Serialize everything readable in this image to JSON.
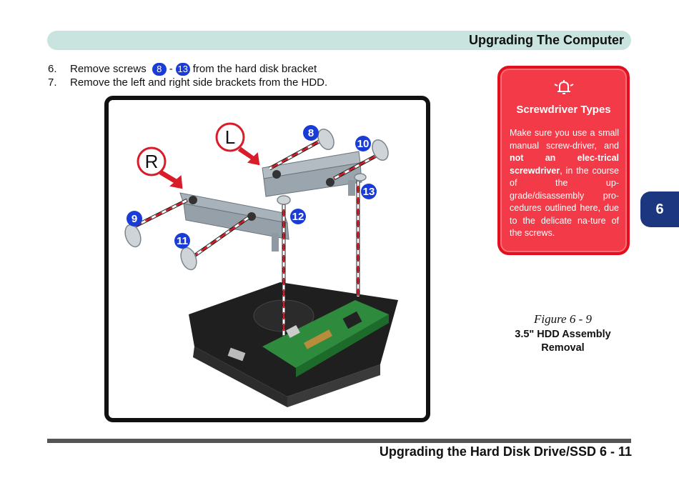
{
  "header": {
    "title": "Upgrading The Computer"
  },
  "steps": [
    {
      "num": "6.",
      "pre": "Remove screws",
      "badge_a": "8",
      "sep": "-",
      "badge_b": "13",
      "post": "from the hard disk bracket"
    },
    {
      "num": "7.",
      "text": "Remove the left and right side brackets from the HDD."
    }
  ],
  "figure": {
    "labels": {
      "left": "L",
      "right": "R"
    },
    "screws": [
      "8",
      "9",
      "10",
      "11",
      "12",
      "13"
    ],
    "icons": [
      "screw-icon",
      "hard-disk-drive-icon",
      "bracket-icon",
      "arrow-icon"
    ]
  },
  "note": {
    "icon": "bell-icon",
    "title": "Screwdriver Types",
    "text_1": "Make sure you use a small manual screw-driver, and ",
    "text_bold": "not an elec-trical screwdriver",
    "text_2": ", in the course of the up-grade/disassembly pro-cedures outlined here, due to the delicate na-ture of the screws."
  },
  "chapter_tab": "6",
  "caption": {
    "figure": "Figure 6 - 9",
    "title": "3.5\" HDD Assembly Removal"
  },
  "footer": {
    "text": "Upgrading the Hard Disk Drive/SSD 6 - 11"
  },
  "colors": {
    "badge": "#1a3cd6",
    "note_bg": "#f23a48",
    "tab": "#1c3680",
    "header": "#c9e4de"
  }
}
